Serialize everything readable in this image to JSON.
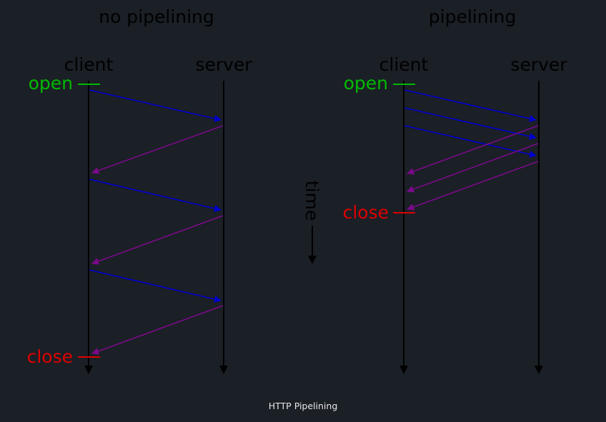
{
  "diagrams": [
    {
      "title": "no pipelining",
      "client_label": "client",
      "server_label": "server",
      "open_label": "open",
      "close_label": "close"
    },
    {
      "title": "pipelining",
      "client_label": "client",
      "server_label": "server",
      "open_label": "open",
      "close_label": "close"
    }
  ],
  "time_label": "time",
  "caption": "HTTP Pipelining",
  "colors": {
    "background": "#1b1f26",
    "timeline": "#000000",
    "request": "#0000cc",
    "response": "#7a0a8a",
    "open": "#00bb00",
    "close": "#dd0000",
    "caption": "#e6e6e6"
  }
}
